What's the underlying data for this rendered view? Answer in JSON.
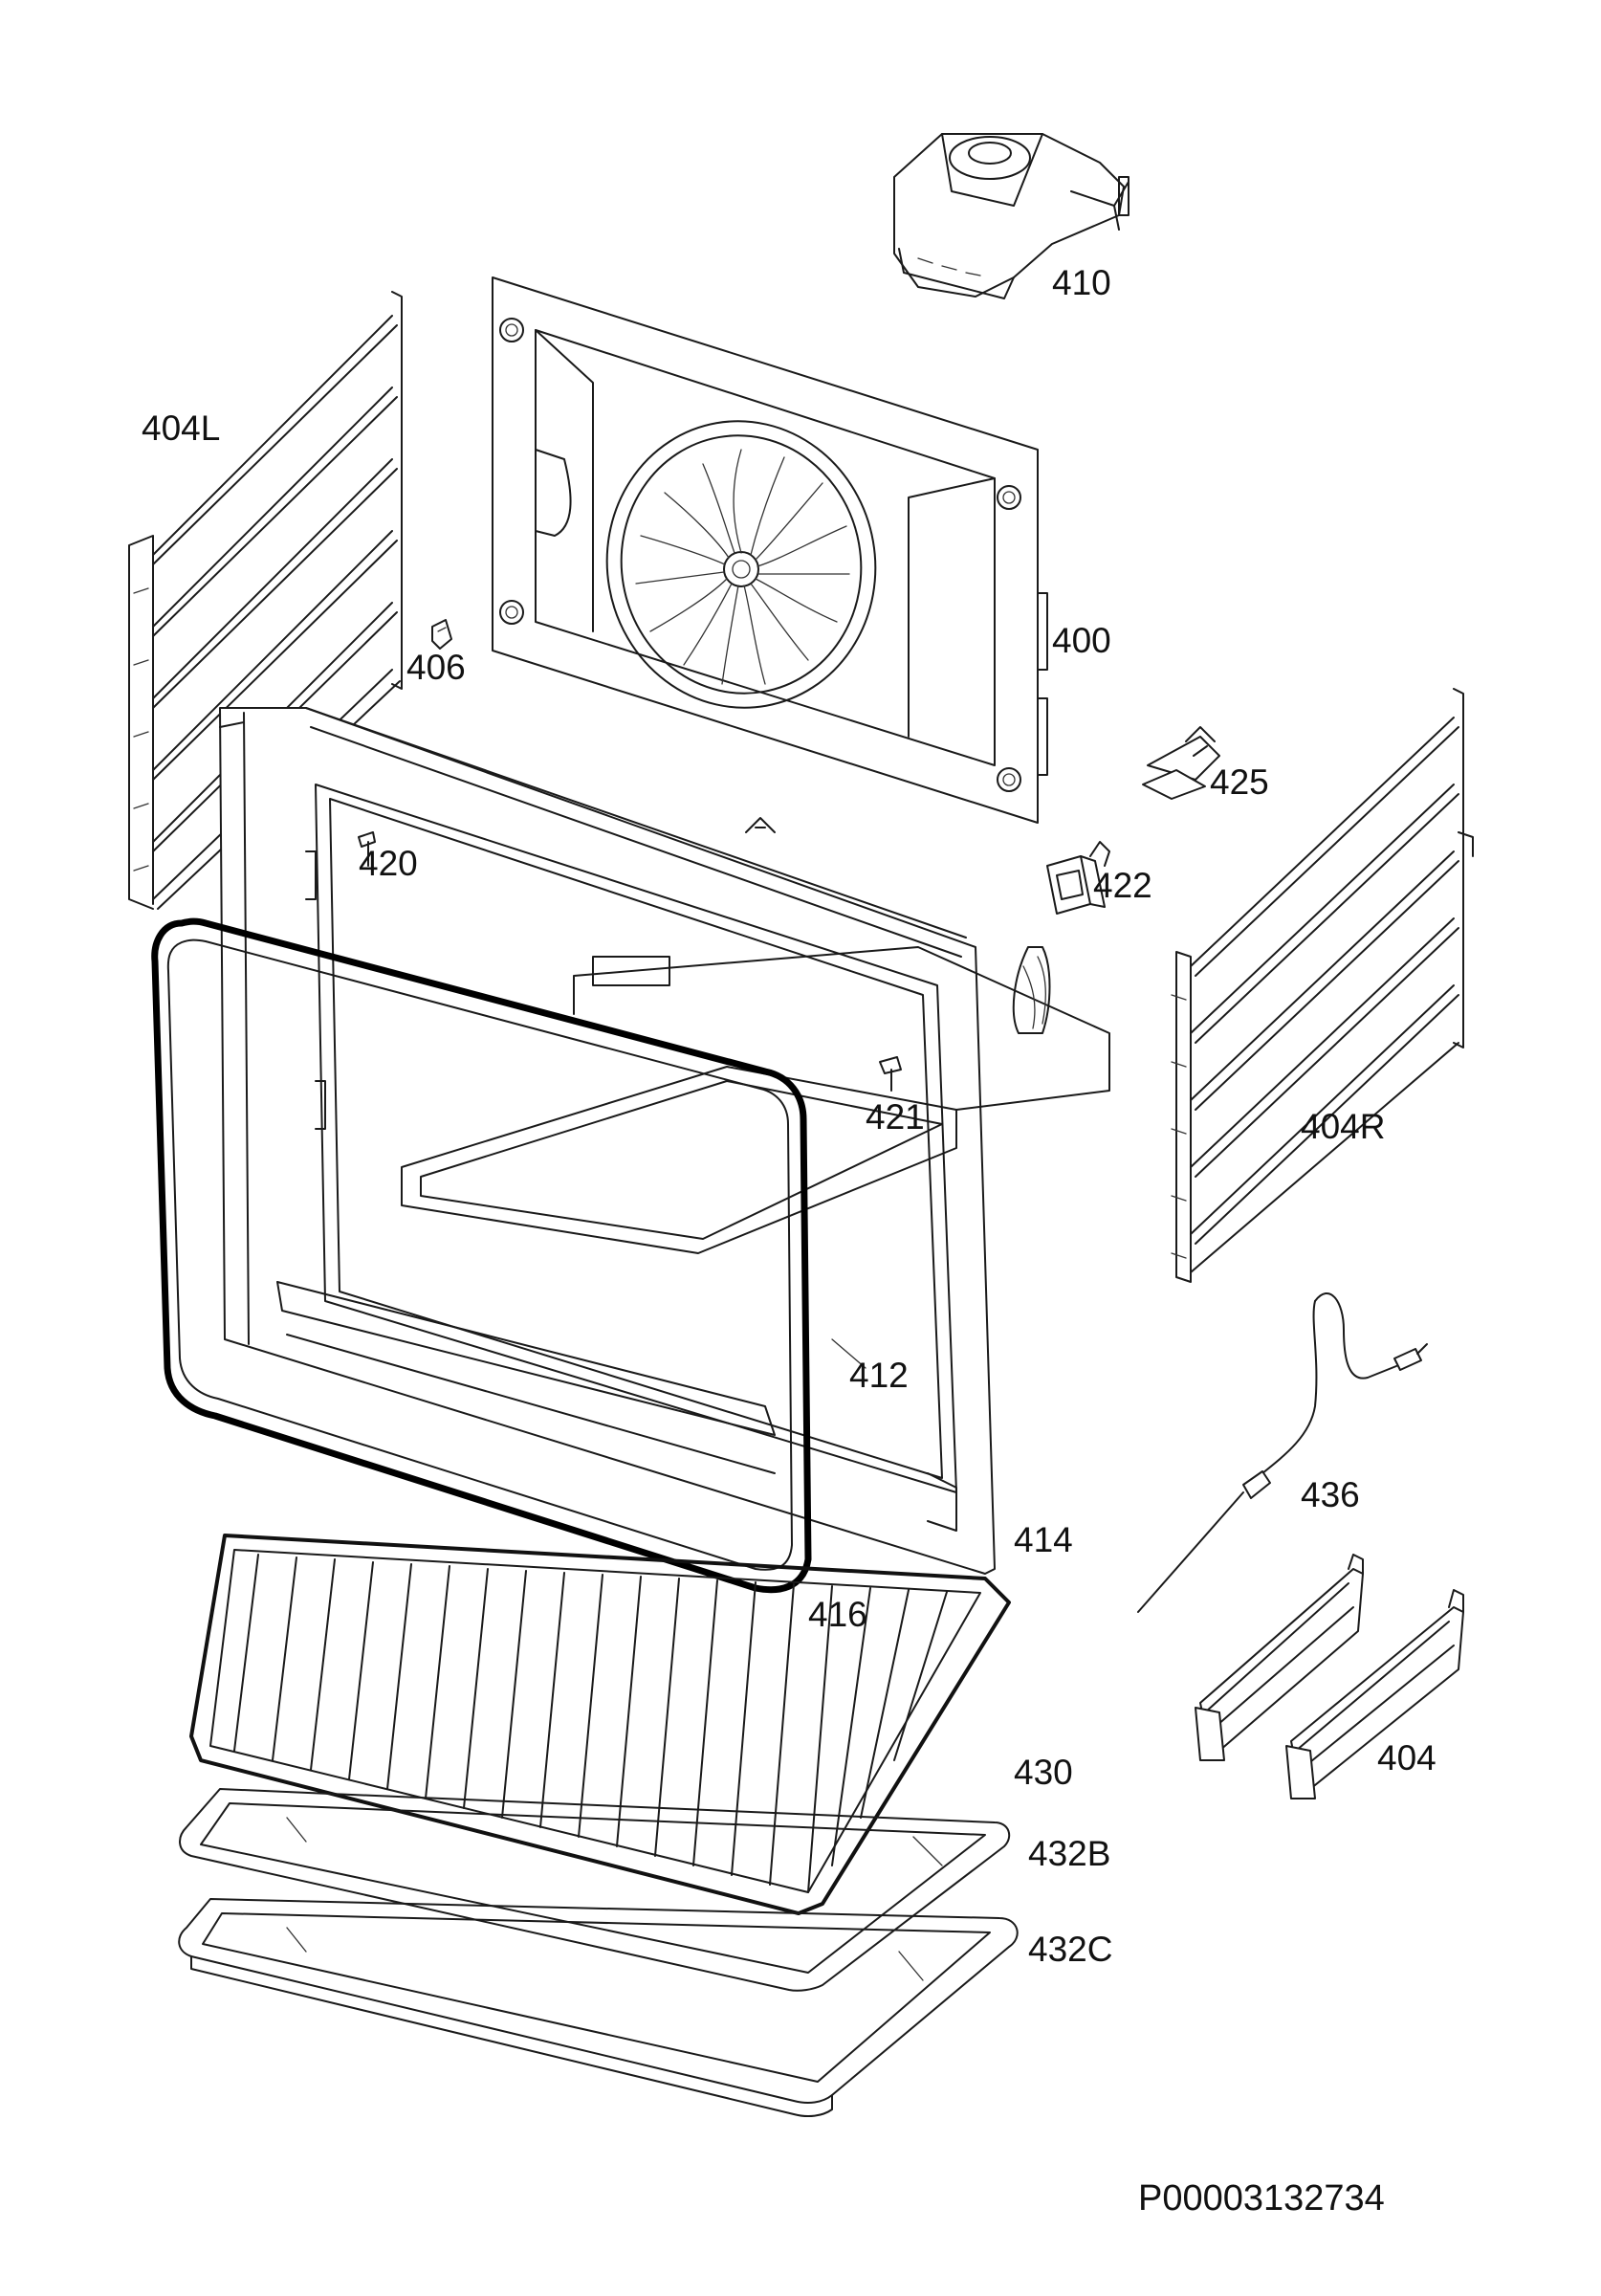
{
  "document_code": "P00003132734",
  "parts": [
    {
      "id": "p410",
      "label": "410"
    },
    {
      "id": "p404L",
      "label": "404L"
    },
    {
      "id": "p406",
      "label": "406"
    },
    {
      "id": "p400",
      "label": "400"
    },
    {
      "id": "p425",
      "label": "425"
    },
    {
      "id": "p420",
      "label": "420"
    },
    {
      "id": "p422",
      "label": "422"
    },
    {
      "id": "p421",
      "label": "421"
    },
    {
      "id": "p404R",
      "label": "404R"
    },
    {
      "id": "p412",
      "label": "412"
    },
    {
      "id": "p436",
      "label": "436"
    },
    {
      "id": "p414",
      "label": "414"
    },
    {
      "id": "p416",
      "label": "416"
    },
    {
      "id": "p404",
      "label": "404"
    },
    {
      "id": "p430",
      "label": "430"
    },
    {
      "id": "p432B",
      "label": "432B"
    },
    {
      "id": "p432C",
      "label": "432C"
    }
  ]
}
